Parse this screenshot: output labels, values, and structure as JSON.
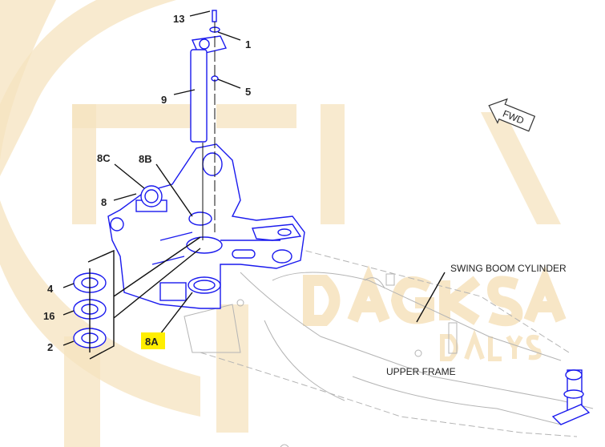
{
  "diagram": {
    "callouts": {
      "c13": "13",
      "c1": "1",
      "c5": "5",
      "c9": "9",
      "c8C": "8C",
      "c8B": "8B",
      "c8": "8",
      "c4": "4",
      "c16": "16",
      "c2": "2",
      "c8A": "8A"
    },
    "notes": {
      "swing_boom_cylinder": "SWING BOOM CYLINDER",
      "upper_frame": "UPPER FRAME"
    },
    "direction_arrow": "FWD",
    "highlighted_callout": "8A",
    "highlight_color": "#ffee00",
    "part_color": "#1a1aee",
    "watermark": {
      "text": "DAGKSA",
      "subtext": "DALYS",
      "color": "#f6e3bf"
    }
  }
}
